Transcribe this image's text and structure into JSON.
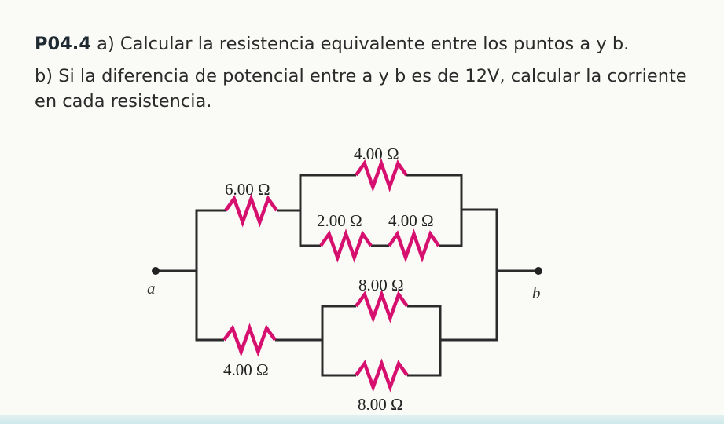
{
  "problem": {
    "id": "P04.4",
    "part_a": "a) Calcular la resistencia equivalente entre los puntos a y b.",
    "part_b": "b) Si la diferencia de potencial entre a y b es de 12V, calcular la corriente en cada resistencia."
  },
  "circuit": {
    "point_a": "a",
    "point_b": "b",
    "resistor_color": "#d6106e",
    "resistors": {
      "r_top_series": "6.00 Ω",
      "r_top_parallel_upper": "4.00 Ω",
      "r_top_parallel_lower_1": "2.00 Ω",
      "r_top_parallel_lower_2": "4.00 Ω",
      "r_bottom_series": "4.00 Ω",
      "r_bottom_parallel_upper": "8.00 Ω",
      "r_bottom_parallel_lower": "8.00 Ω"
    }
  }
}
